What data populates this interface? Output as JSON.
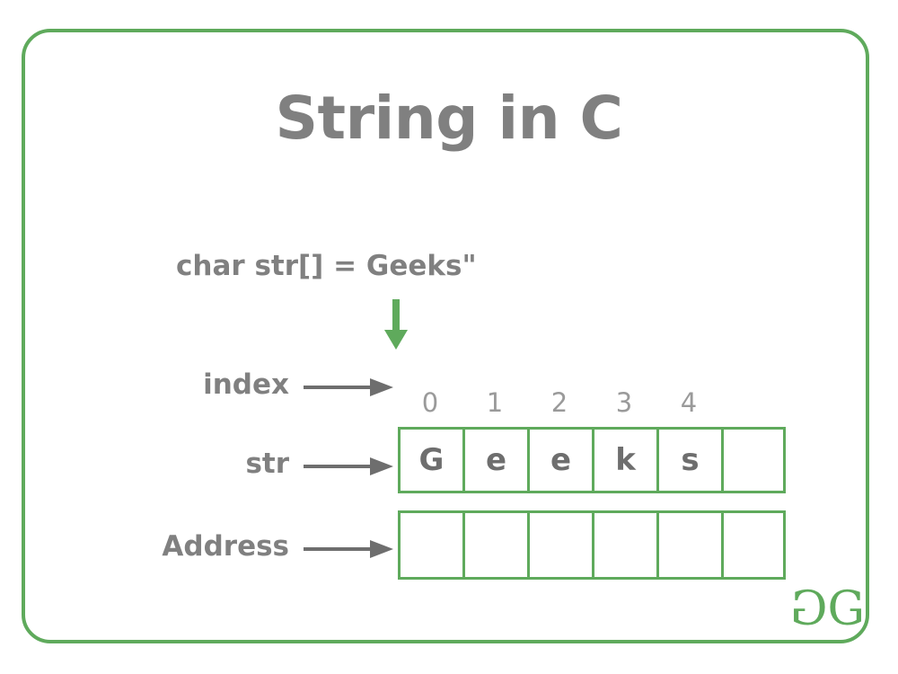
{
  "diagram": {
    "title": "String in C",
    "declaration": "char str[] = Geeks\"",
    "logo": {
      "reversed_g": "G",
      "g": "G"
    },
    "colors": {
      "frame_green": "#5faa5c",
      "text_gray": "#808080",
      "index_gray": "#9a9a9a",
      "arrow_gray": "#6e6e6e",
      "cell_text": "#6e6e6e",
      "background": "#ffffff"
    },
    "rows": {
      "index": {
        "label": "index",
        "values": [
          "0",
          "1",
          "2",
          "3",
          "4",
          ""
        ]
      },
      "str": {
        "label": "str",
        "cells": [
          "G",
          "e",
          "e",
          "k",
          "s",
          ""
        ]
      },
      "address": {
        "label": "Address",
        "cells": [
          "",
          "",
          "",
          "",
          "",
          ""
        ]
      }
    },
    "icons": {
      "down_arrow": "green-down-arrow-icon",
      "index_pointer": "right-arrow-icon",
      "str_pointer": "right-arrow-icon",
      "address_pointer": "right-arrow-icon"
    }
  }
}
